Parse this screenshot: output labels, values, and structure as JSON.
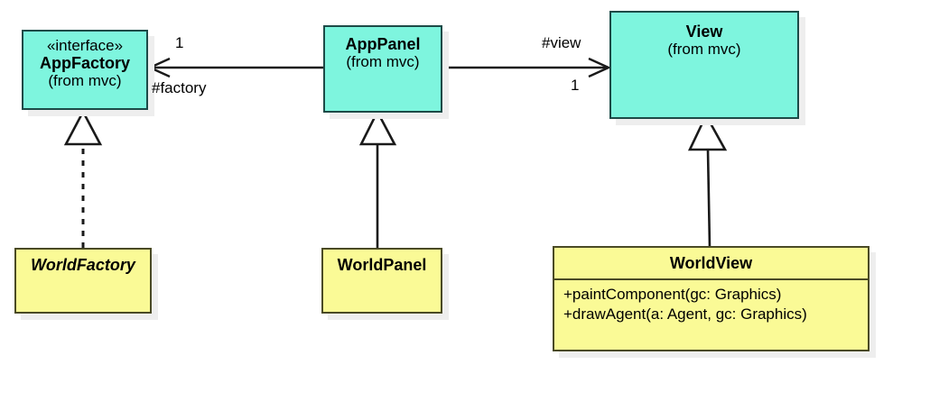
{
  "diagram": {
    "type": "uml-class-diagram",
    "title": "MVC AppFactory / AppPanel / View class diagram",
    "colors": {
      "mvc_fill": "#7EF5DE",
      "concrete_fill": "#FAFA96",
      "line": "#1a1a1a",
      "shadow": "#EEEEEE",
      "background": "#FFFFFF"
    }
  },
  "classes": {
    "app_factory": {
      "stereotype": "«interface»",
      "name": "AppFactory",
      "package": "(from mvc)",
      "abstract": true
    },
    "app_panel": {
      "name": "AppPanel",
      "package": "(from mvc)",
      "abstract": false
    },
    "view": {
      "name": "View",
      "package": "(from mvc)",
      "abstract": false
    },
    "world_factory": {
      "name": "WorldFactory",
      "abstract": true,
      "operations": []
    },
    "world_panel": {
      "name": "WorldPanel",
      "abstract": false,
      "operations": []
    },
    "world_view": {
      "name": "WorldView",
      "abstract": false,
      "operations": [
        "+paintComponent(gc: Graphics)",
        "+drawAgent(a: Agent, gc: Graphics)"
      ]
    }
  },
  "relationships": {
    "factory_association": {
      "kind": "association",
      "source": "AppPanel",
      "target": "AppFactory",
      "role_label": "#factory",
      "multiplicity": "1"
    },
    "view_association": {
      "kind": "association",
      "source": "AppPanel",
      "target": "View",
      "role_label": "#view",
      "multiplicity": "1"
    },
    "world_factory_realization": {
      "kind": "realization",
      "source": "WorldFactory",
      "target": "AppFactory"
    },
    "world_panel_generalization": {
      "kind": "generalization",
      "source": "WorldPanel",
      "target": "AppPanel"
    },
    "world_view_generalization": {
      "kind": "generalization",
      "source": "WorldView",
      "target": "View"
    }
  }
}
